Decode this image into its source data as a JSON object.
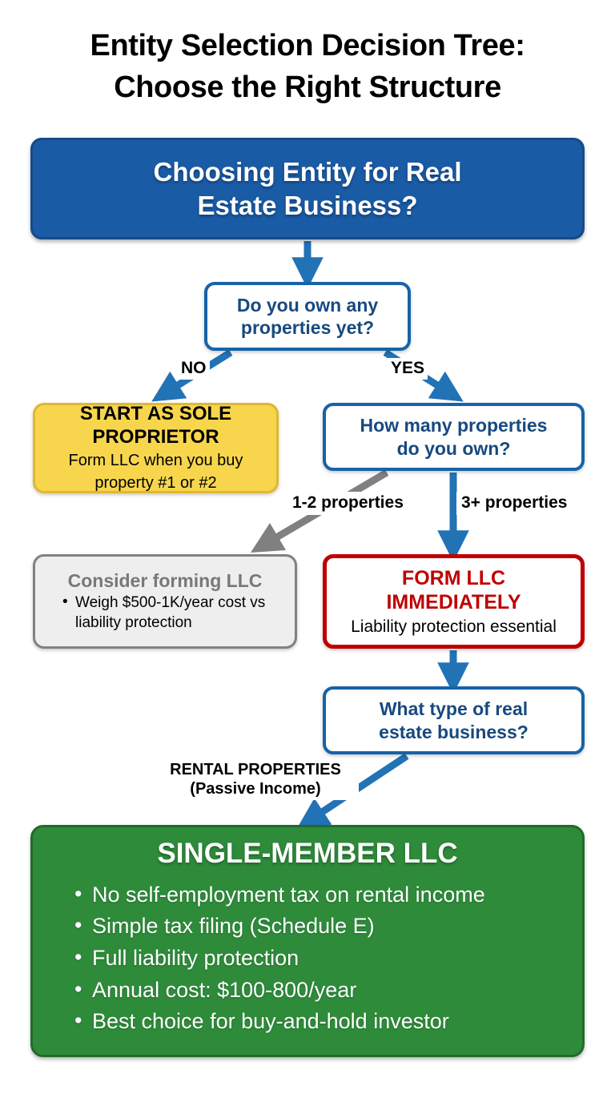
{
  "title": {
    "line1": "Entity Selection Decision Tree:",
    "line2": "Choose the Right Structure"
  },
  "colors": {
    "root_blue": "#1a5ba6",
    "root_blue_border": "#154a87",
    "decision_border": "#1663a8",
    "decision_text": "#17497f",
    "yellow_fill": "#f7d64d",
    "yellow_border": "#dfb82e",
    "gray_fill": "#eeeeee",
    "gray_border": "#818181",
    "gray_heading": "#787878",
    "red": "#c00000",
    "green_fill": "#2e8b3a",
    "green_border": "#226b2b",
    "arrow_blue": "#2272b6",
    "arrow_gray": "#808080",
    "page_bg": "#ffffff",
    "text_black": "#000000",
    "text_white": "#ffffff"
  },
  "nodes": {
    "root": {
      "line1": "Choosing Entity for Real",
      "line2": "Estate Business?"
    },
    "decision_own": {
      "line1": "Do you own any",
      "line2": "properties yet?"
    },
    "sole_proprietor": {
      "heading_line1": "START AS SOLE",
      "heading_line2": "PROPRIETOR",
      "sub_line1": "Form LLC when you buy",
      "sub_line2": "property #1 or #2"
    },
    "decision_count": {
      "line1": "How many properties",
      "line2": "do you own?"
    },
    "consider_llc": {
      "heading": "Consider forming LLC",
      "bullets": [
        "Weigh $500-1K/year cost vs liability protection"
      ]
    },
    "form_llc": {
      "heading_line1": "FORM LLC",
      "heading_line2": "IMMEDIATELY",
      "sub": "Liability protection essential"
    },
    "decision_type": {
      "line1": "What type of real",
      "line2": "estate business?"
    },
    "final": {
      "heading": "SINGLE-MEMBER LLC",
      "bullets": [
        "No self-employment tax on rental income",
        "Simple tax filing (Schedule E)",
        "Full liability protection",
        "Annual cost: $100-800/year",
        "Best choice for buy-and-hold investor"
      ]
    }
  },
  "edges": {
    "no": "NO",
    "yes": "YES",
    "one_two": "1-2 properties",
    "three_plus": "3+ properties",
    "rental_line1": "RENTAL PROPERTIES",
    "rental_line2": "(Passive Income)"
  },
  "chart_data": {
    "type": "diagram",
    "diagram_kind": "decision-tree-flowchart",
    "title": "Entity Selection Decision Tree: Choose the Right Structure",
    "nodes": [
      {
        "id": "root",
        "kind": "start",
        "text": "Choosing Entity for Real Estate Business?",
        "color": "#1a5ba6"
      },
      {
        "id": "own",
        "kind": "decision",
        "text": "Do you own any properties yet?",
        "color": "#ffffff"
      },
      {
        "id": "sole",
        "kind": "outcome",
        "text": "START AS SOLE PROPRIETOR — Form LLC when you buy property #1 or #2",
        "color": "#f7d64d"
      },
      {
        "id": "count",
        "kind": "decision",
        "text": "How many properties do you own?",
        "color": "#ffffff"
      },
      {
        "id": "consider",
        "kind": "outcome",
        "text": "Consider forming LLC — Weigh $500-1K/year cost vs liability protection",
        "color": "#eeeeee"
      },
      {
        "id": "form",
        "kind": "outcome",
        "text": "FORM LLC IMMEDIATELY — Liability protection essential",
        "color": "#c00000"
      },
      {
        "id": "type",
        "kind": "decision",
        "text": "What type of real estate business?",
        "color": "#ffffff"
      },
      {
        "id": "final",
        "kind": "result",
        "text": "SINGLE-MEMBER LLC",
        "color": "#2e8b3a"
      }
    ],
    "edges": [
      {
        "from": "root",
        "to": "own",
        "label": "",
        "style": "blue"
      },
      {
        "from": "own",
        "to": "sole",
        "label": "NO",
        "style": "blue"
      },
      {
        "from": "own",
        "to": "count",
        "label": "YES",
        "style": "blue"
      },
      {
        "from": "count",
        "to": "consider",
        "label": "1-2 properties",
        "style": "gray"
      },
      {
        "from": "count",
        "to": "form",
        "label": "3+ properties",
        "style": "blue"
      },
      {
        "from": "form",
        "to": "type",
        "label": "",
        "style": "blue"
      },
      {
        "from": "type",
        "to": "final",
        "label": "RENTAL PROPERTIES (Passive Income)",
        "style": "blue"
      }
    ]
  }
}
